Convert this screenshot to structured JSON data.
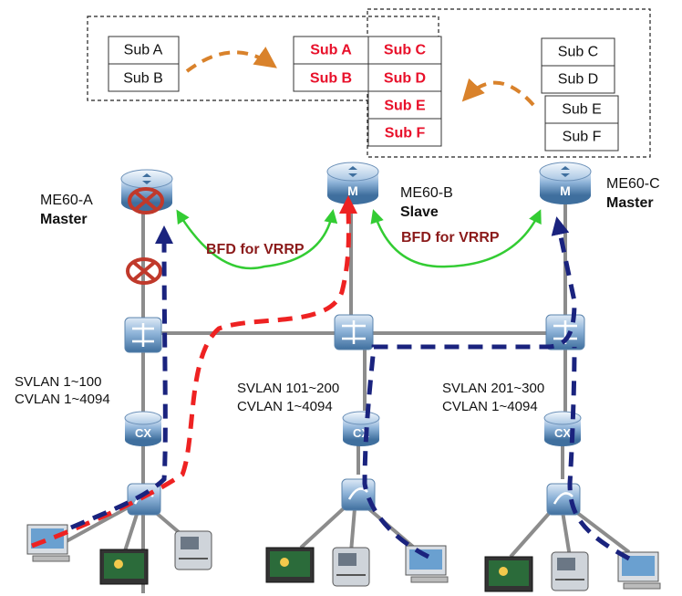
{
  "subscriber_tables": {
    "left": [
      "Sub A",
      "Sub B"
    ],
    "middle_col1": [
      "Sub A",
      "Sub B"
    ],
    "middle_col2": [
      "Sub C",
      "Sub D",
      "Sub E",
      "Sub F"
    ],
    "right_top": [
      "Sub C",
      "Sub D"
    ],
    "right_bottom": [
      "Sub E",
      "Sub F"
    ]
  },
  "routers": {
    "a": {
      "name": "ME60-A",
      "role": "Master"
    },
    "b": {
      "name": "ME60-B",
      "role": "Slave"
    },
    "c": {
      "name": "ME60-C",
      "role": "Master"
    }
  },
  "bfd": {
    "left": "BFD for VRRP",
    "right": "BFD for VRRP"
  },
  "vlans": {
    "a": {
      "svlan": "SVLAN 1~100",
      "cvlan": "CVLAN 1~4094"
    },
    "b": {
      "svlan": "SVLAN 101~200",
      "cvlan": "CVLAN 1~4094"
    },
    "c": {
      "svlan": "SVLAN 201~300",
      "cvlan": "CVLAN 1~4094"
    }
  },
  "colors": {
    "sub_highlight": "#e8102a",
    "bfd_arrow": "#33cc33",
    "sync_arrow": "#d9822b",
    "red_path": "#ee2222",
    "blue_path": "#1a237e",
    "device_body": "#8fb4d9",
    "device_dark": "#3f6f9e",
    "fault": "#c0392b"
  },
  "icons": [
    "router-icon",
    "switch-icon",
    "olt-icon",
    "access-switch-icon",
    "pc-icon",
    "tv-icon",
    "phone-icon",
    "fault-icon"
  ]
}
